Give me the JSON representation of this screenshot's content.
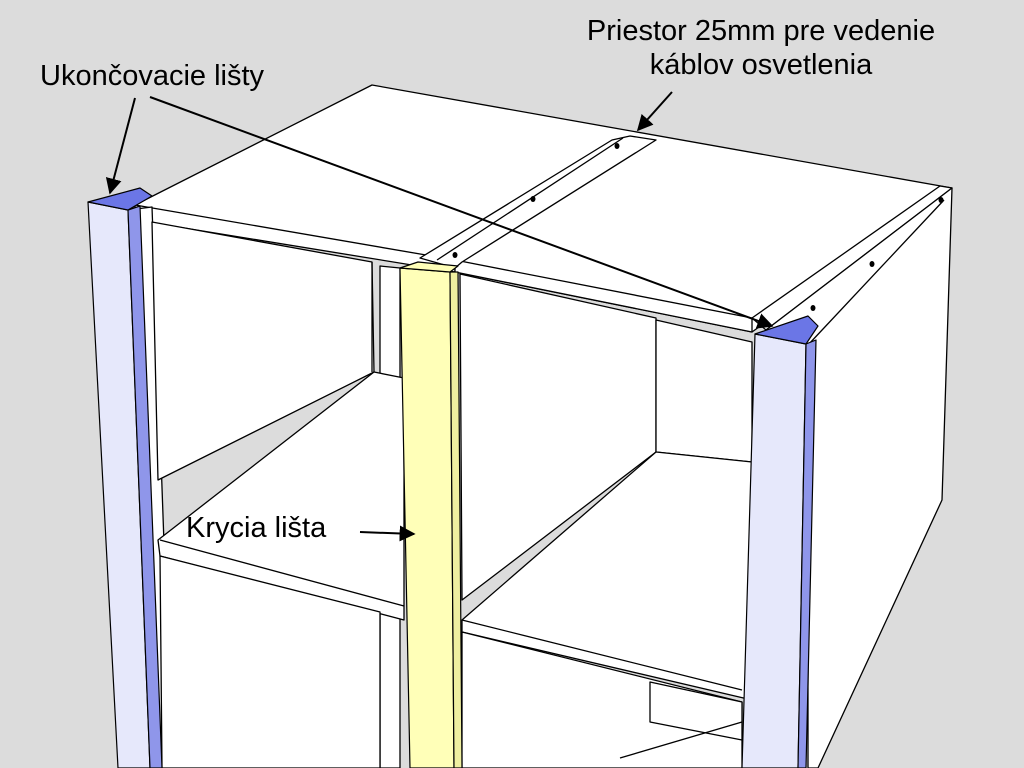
{
  "labels": {
    "end_strips": "Ukončovacie lišty",
    "cable_space_line1": "Priestor 25mm pre vedenie",
    "cable_space_line2": "káblov osvetlenia",
    "cover_strip": "Krycia lišta"
  },
  "colors": {
    "background": "#dcdcdc",
    "panel_white": "#ffffff",
    "outline": "#000000",
    "end_strip_face": "#e6e8fb",
    "end_strip_side": "#8f96ea",
    "end_strip_top": "#6b76e6",
    "cover_strip_face": "#ffffb8",
    "cover_strip_side": "#efefa0"
  }
}
